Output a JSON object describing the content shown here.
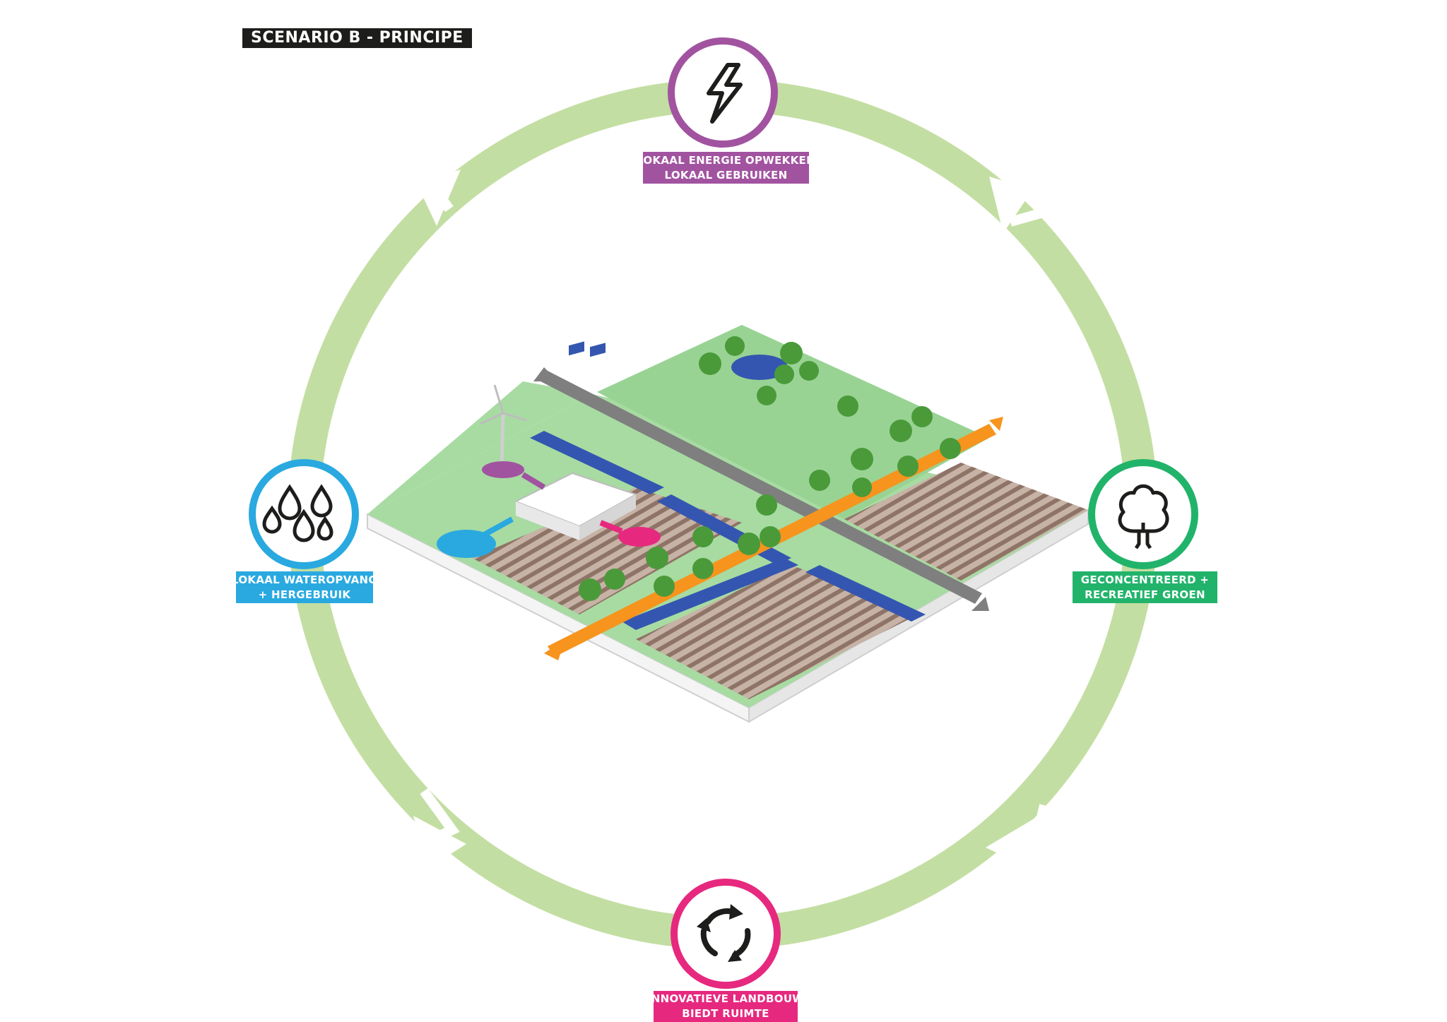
{
  "header": {
    "title": "SCENARIO B - PRINCIPE"
  },
  "colors": {
    "cycle_ring": "#c3dea2",
    "energy": "#a153a0",
    "water": "#29a9e0",
    "green": "#22b36b",
    "agriculture": "#e6297f",
    "road": "#8a8a8a",
    "cycle_path": "#f7941d",
    "grass": "#9fd69c",
    "field": "#a88f82",
    "ditch_water": "#3456b0",
    "tree": "#3f9334"
  },
  "nodes": [
    {
      "id": "energy",
      "icon": "lightning-icon",
      "line1": "LOKAAL ENERGIE OPWEKKEN",
      "line2": "LOKAAL GEBRUIKEN"
    },
    {
      "id": "water",
      "icon": "raindrops-icon",
      "line1": "LOKAAL WATEROPVANG",
      "line2": "+ HERGEBRUIK"
    },
    {
      "id": "green",
      "icon": "tree-icon",
      "line1": "GECONCENTREERD +",
      "line2": "RECREATIEF GROEN"
    },
    {
      "id": "agriculture",
      "icon": "recycle-icon",
      "line1": "INNOVATIEVE LANDBOUW",
      "line2": "BIEDT RUIMTE"
    }
  ]
}
